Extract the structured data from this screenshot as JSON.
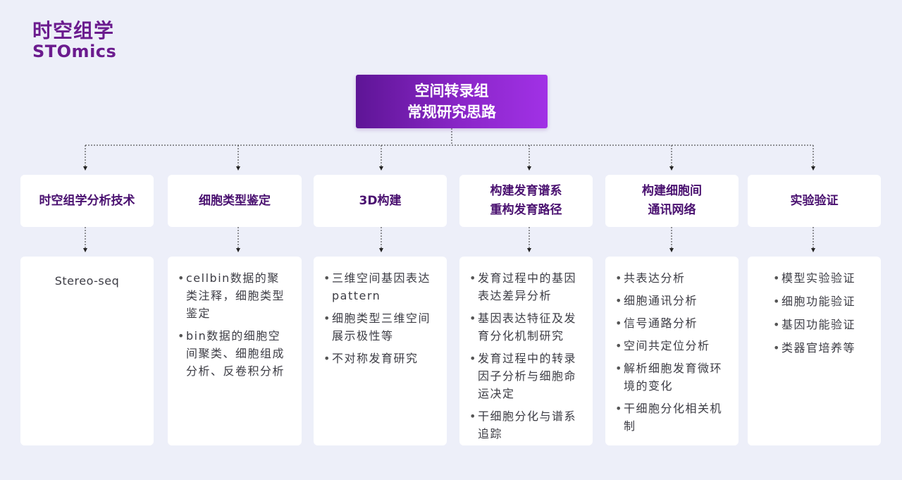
{
  "logo": {
    "cn": "时空组学",
    "en": "STOmics"
  },
  "root": {
    "line1": "空间转录组",
    "line2": "常规研究思路"
  },
  "columns": [
    {
      "title1": "时空组学分析技术",
      "title2": "",
      "plain": "Stereo-seq",
      "items": []
    },
    {
      "title1": "细胞类型鉴定",
      "title2": "",
      "plain": "",
      "items": [
        "cellbin数据的聚类注释，细胞类型鉴定",
        "bin数据的细胞空间聚类、细胞组成分析、反卷积分析"
      ]
    },
    {
      "title1": "3D构建",
      "title2": "",
      "plain": "",
      "items": [
        "三维空间基因表达pattern",
        "细胞类型三维空间展示极性等",
        "不对称发育研究"
      ]
    },
    {
      "title1": "构建发育谱系",
      "title2": "重构发育路径",
      "plain": "",
      "items": [
        "发育过程中的基因表达差异分析",
        "基因表达特征及发育分化机制研究",
        "发育过程中的转录因子分析与细胞命运决定",
        "干细胞分化与谱系追踪"
      ]
    },
    {
      "title1": "构建细胞间",
      "title2": "通讯网络",
      "plain": "",
      "items": [
        "共表达分析",
        "细胞通讯分析",
        "信号通路分析",
        "空间共定位分析",
        "解析细胞发育微环境的变化",
        "干细胞分化相关机制"
      ]
    },
    {
      "title1": "实验验证",
      "title2": "",
      "plain": "",
      "items": [
        "模型实验验证",
        "细胞功能验证",
        "基因功能验证",
        "类器官培养等"
      ]
    }
  ]
}
